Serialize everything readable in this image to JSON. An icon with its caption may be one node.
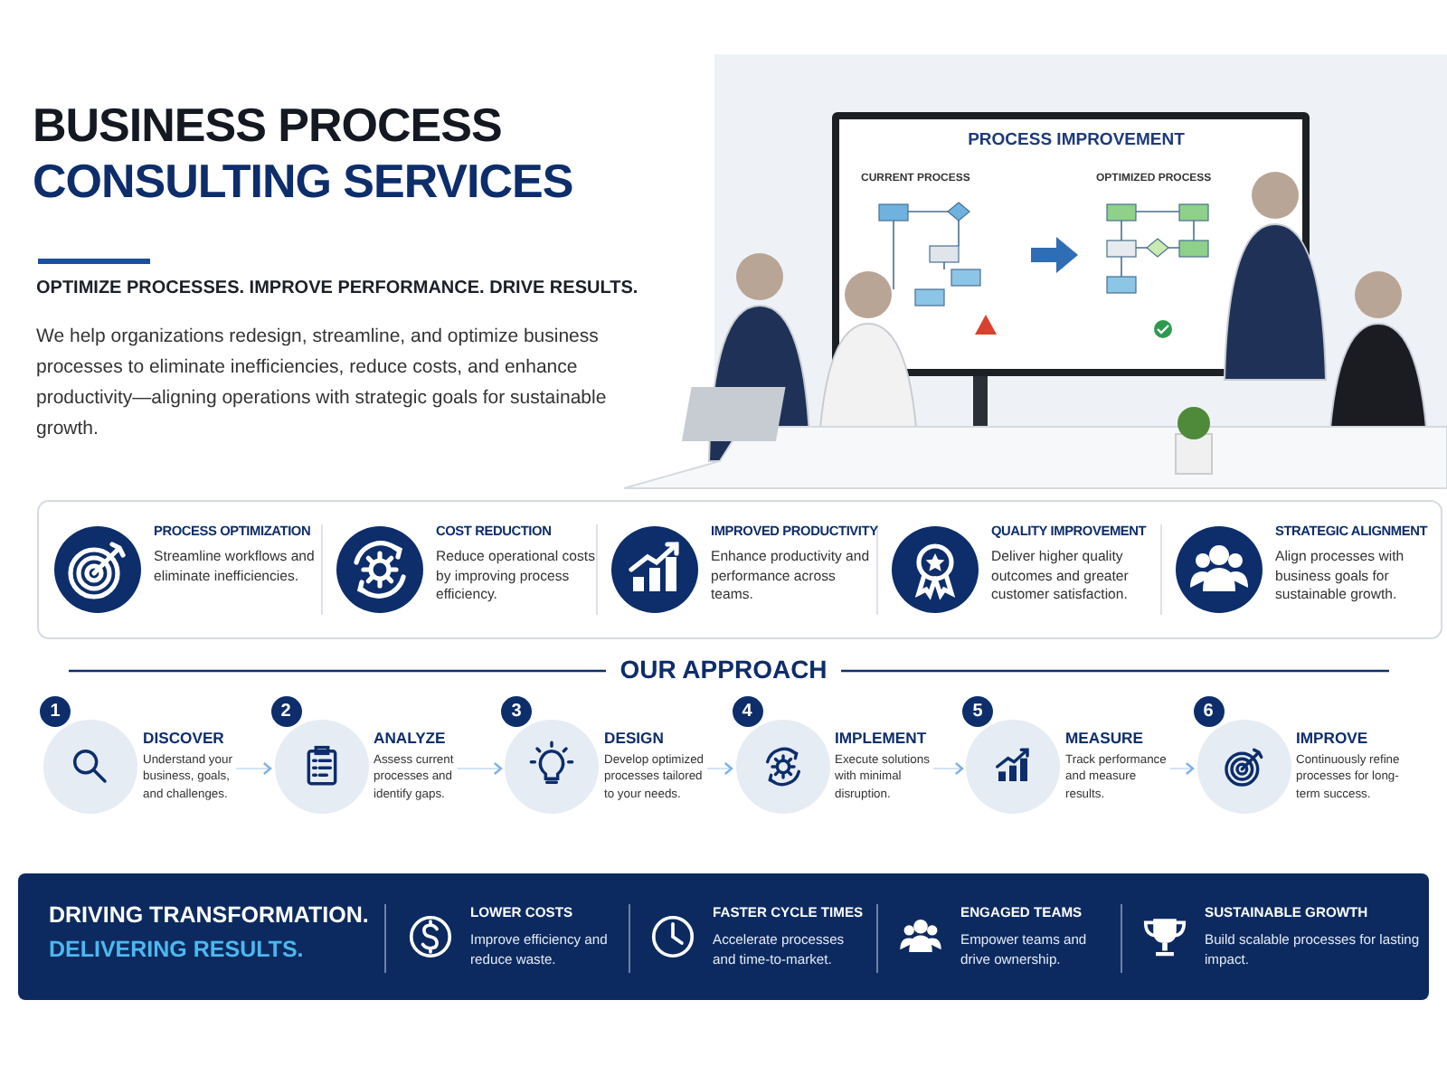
{
  "diagram": {
    "title": "BUSINESS PROCESS CONSULTING SERVICES",
    "nodes": [
      {
        "text": [
          "1",
          "DISCOVER",
          "Understand your business, goals, and challenges."
        ]
      },
      {
        "text": [
          "2",
          "ANALYZE",
          "Assess current processes and identify gaps."
        ]
      },
      {
        "text": [
          "3",
          "DESIGN",
          "Develop optimized processes tailored to your needs."
        ]
      },
      {
        "text": [
          "4",
          "IMPLEMENT",
          "Execute solutions with minimal disruption."
        ]
      },
      {
        "text": [
          "5",
          "MEASURE",
          "Track performance and measure results."
        ]
      },
      {
        "text": [
          "6",
          "IMPROVE",
          "Continuously refine processes for long-term success."
        ]
      }
    ],
    "edges": [
      {
        "from": 0,
        "to": 1,
        "arrow": "to"
      },
      {
        "from": 1,
        "to": 2,
        "arrow": "to"
      },
      {
        "from": 2,
        "to": 3,
        "arrow": "to"
      },
      {
        "from": 3,
        "to": 4,
        "arrow": "to"
      },
      {
        "from": 4,
        "to": 5,
        "arrow": "to"
      }
    ],
    "labels": [
      "OPTIMIZE PROCESSES. IMPROVE PERFORMANCE. **DRIVE RESULTS.**",
      "We help organizations redesign, streamline, and optimize business processes to eliminate inefficiencies, reduce costs, and enhance productivity—aligning operations with strategic goals for sustainable growth.",
      "PROCESS IMPROVEMENT",
      "CURRENT PROCESS",
      "OPTIMIZED PROCESS",
      "PROCESS OPTIMIZATION",
      "Streamline workflows and eliminate inefficiencies.",
      "COST REDUCTION",
      "Reduce operational costs by improving process efficiency.",
      "IMPROVED PRODUCTIVITY",
      "Enhance productivity and performance across teams.",
      "QUALITY IMPROVEMENT",
      "Deliver higher quality outcomes and greater customer satisfaction.",
      "STRATEGIC ALIGNMENT",
      "Align processes with business goals for sustainable growth.",
      "OUR APPROACH",
      "DRIVING TRANSFORMATION.",
      "DELIVERING RESULTS.",
      "LOWER COSTS",
      "Improve efficiency and reduce waste.",
      "FASTER CYCLE TIMES",
      "Accelerate processes and time-to-market.",
      "ENGAGED TEAMS",
      "Empower teams and drive ownership.",
      "SUSTAINABLE GROWTH",
      "Build scalable processes for lasting impact."
    ]
  }
}
